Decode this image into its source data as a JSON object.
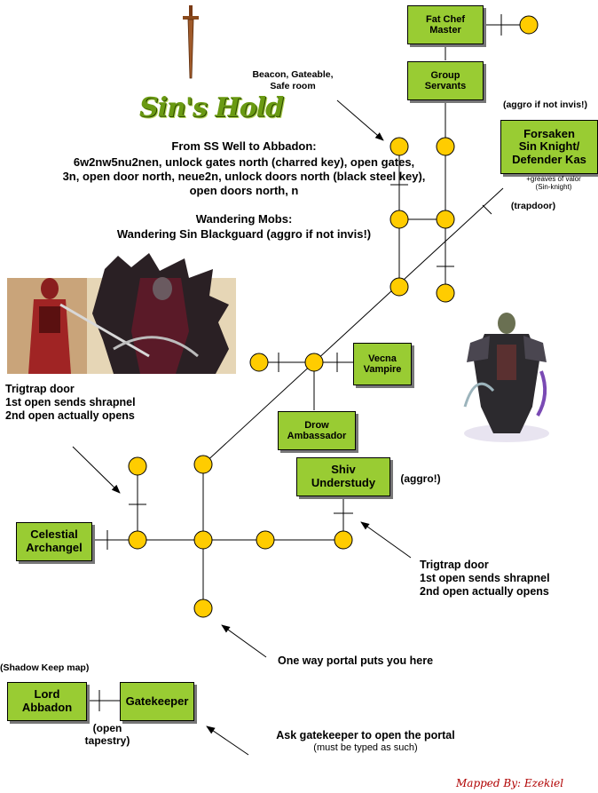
{
  "title_logo": "Sin's Hold",
  "directions": {
    "heading": "From SS Well to Abbadon:",
    "line1": "6w2nw5nu2nen, unlock gates north (charred key), open gates,",
    "line2": "3n, open door north, neue2n, unlock doors north (black steel key),",
    "line3": "open doors north, n"
  },
  "mobs": {
    "heading": "Wandering Mobs:",
    "line": "Wandering Sin Blackguard (aggro if not invis!)"
  },
  "rooms": {
    "fat_chef": "Fat Chef\nMaster",
    "group_servants": "Group\nServants",
    "forsaken": "Forsaken\nSin Knight/\nDefender Kas",
    "vecna": "Vecna\nVampire",
    "drow": "Drow\nAmbassador",
    "shiv": "Shiv\nUnderstudy",
    "celestial": "Celestial\nArchangel",
    "lord": "Lord\nAbbadon",
    "gatekeeper": "Gatekeeper"
  },
  "notes": {
    "beacon": "Beacon, Gateable,\nSafe room",
    "aggro_invis": "(aggro if not invis!)",
    "greaves": "+greaves of valor\n(Sin-knight)",
    "trapdoor": "(trapdoor)",
    "aggro": "(aggro!)",
    "trigtrap_left": "Trigtrap door\n1st open sends shrapnel\n2nd open actually opens",
    "trigtrap_right": "Trigtrap door\n1st open sends shrapnel\n2nd open actually opens",
    "one_way": "One way portal puts you here",
    "shadow_keep": "(Shadow Keep map)",
    "open_tapestry": "(open\ntapestry)",
    "ask_gatekeeper": "Ask gatekeeper to open the portal",
    "typed": "(must be typed as such)"
  },
  "credit": "Mapped By: Ezekiel",
  "colors": {
    "room": "#99cc33",
    "node": "#ffcc00",
    "credit": "#b00000"
  }
}
